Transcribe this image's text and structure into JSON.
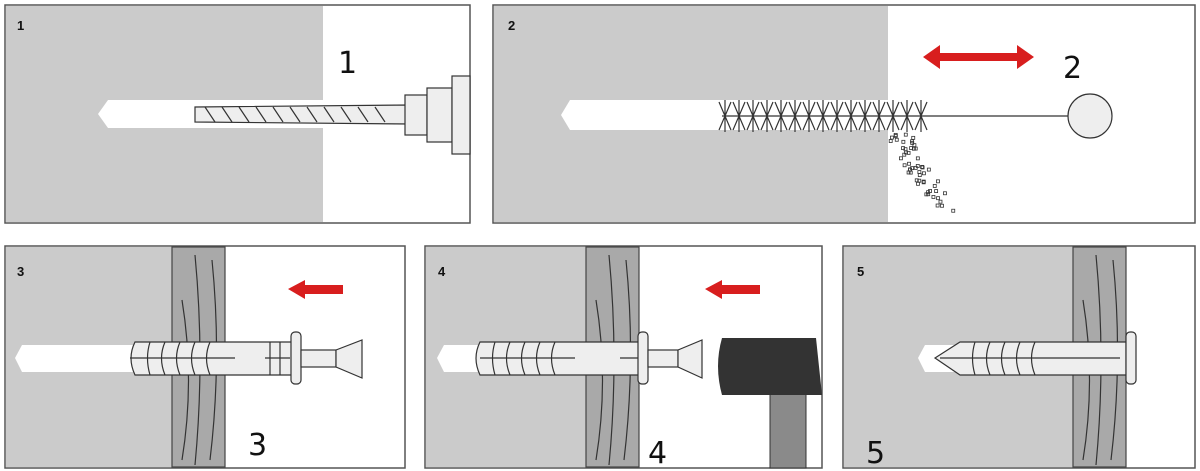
{
  "steps": [
    {
      "small_label": "1",
      "big_label": "1",
      "description_icon": "drill-icon"
    },
    {
      "small_label": "2",
      "big_label": "2",
      "description_icon": "brush-icon"
    },
    {
      "small_label": "3",
      "big_label": "3",
      "description_icon": "insert-dowel-icon"
    },
    {
      "small_label": "4",
      "big_label": "4",
      "description_icon": "hammer-icon"
    },
    {
      "small_label": "5",
      "big_label": "5",
      "description_icon": "fixed-dowel-icon"
    }
  ],
  "colors": {
    "arrow": "#d81e1e",
    "wall": "#cbcbcb",
    "board": "#a9a9a9"
  }
}
